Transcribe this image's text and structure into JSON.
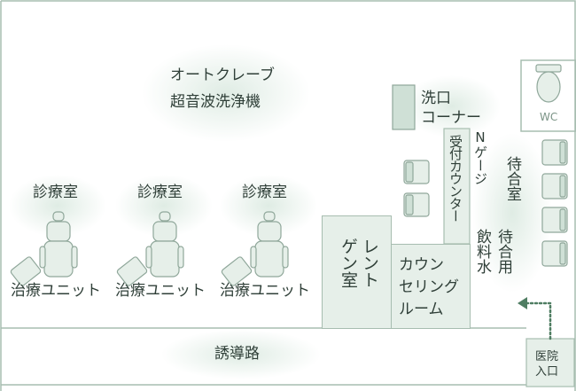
{
  "colors": {
    "wall": "#a7bdb0",
    "room_fill": "#e6efe9",
    "furniture": "#cfe0d6",
    "furniture_stroke": "#8fa79a",
    "text": "#2f3f38",
    "glow": "#dfece4",
    "arrow": "#4f7d62"
  },
  "labels": {
    "autoclave_line1": "オートクレーブ",
    "autoclave_line2": "超音波洗浄機",
    "wash_line1": "洗口",
    "wash_line2": "コーナー",
    "wc": "WC",
    "n_gauge": "Nゲージ",
    "reception": "受付カウンター",
    "waiting_room": "待合室",
    "waiting_room_col": "待合用",
    "drinking_water": "飲料水",
    "xray_col1": "レント",
    "xray_col2": "ゲン室",
    "counseling_line1": "カウン",
    "counseling_line2": "セリング",
    "counseling_line3": "ルーム",
    "exam_room_1": "診療室",
    "exam_room_2": "診療室",
    "exam_room_3": "診療室",
    "unit_1": "治療ユニット",
    "unit_2": "治療ユニット",
    "unit_3": "治療ユニット",
    "corridor": "誘導路",
    "entrance_line1": "医院",
    "entrance_line2": "入口"
  }
}
